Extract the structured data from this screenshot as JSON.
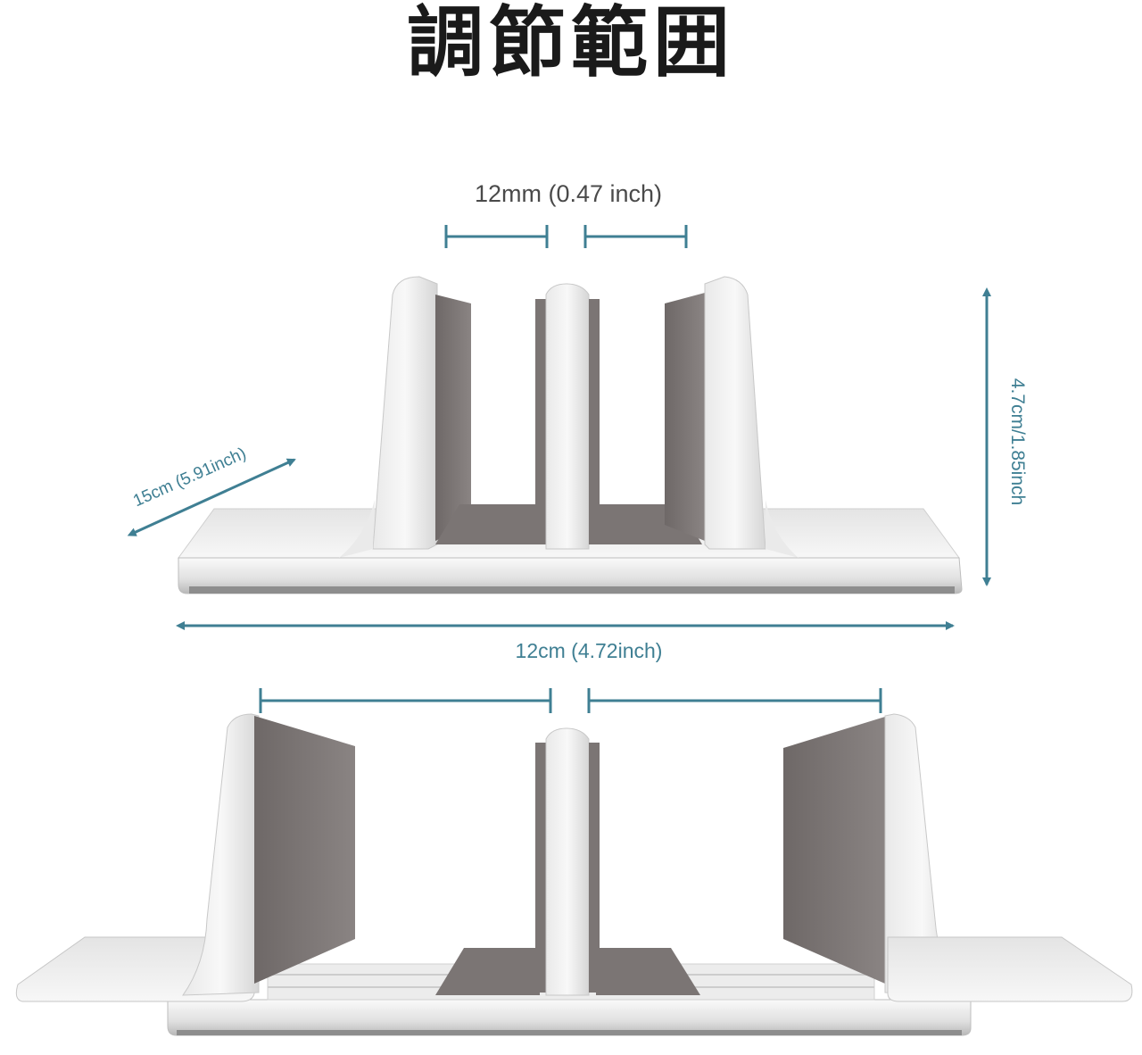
{
  "title": "調節範囲",
  "dimensions": {
    "slot_width": "12mm (0.47 inch)",
    "depth": "15cm (5.91inch)",
    "height": "4.7cm/1.85inch",
    "width": "12cm (4.72inch)"
  },
  "colors": {
    "dimension_line": "#3f7f93",
    "aluminum_light": "#f2f2f2",
    "aluminum_mid": "#d3d3d3",
    "pad_gray": "#7b7574"
  }
}
